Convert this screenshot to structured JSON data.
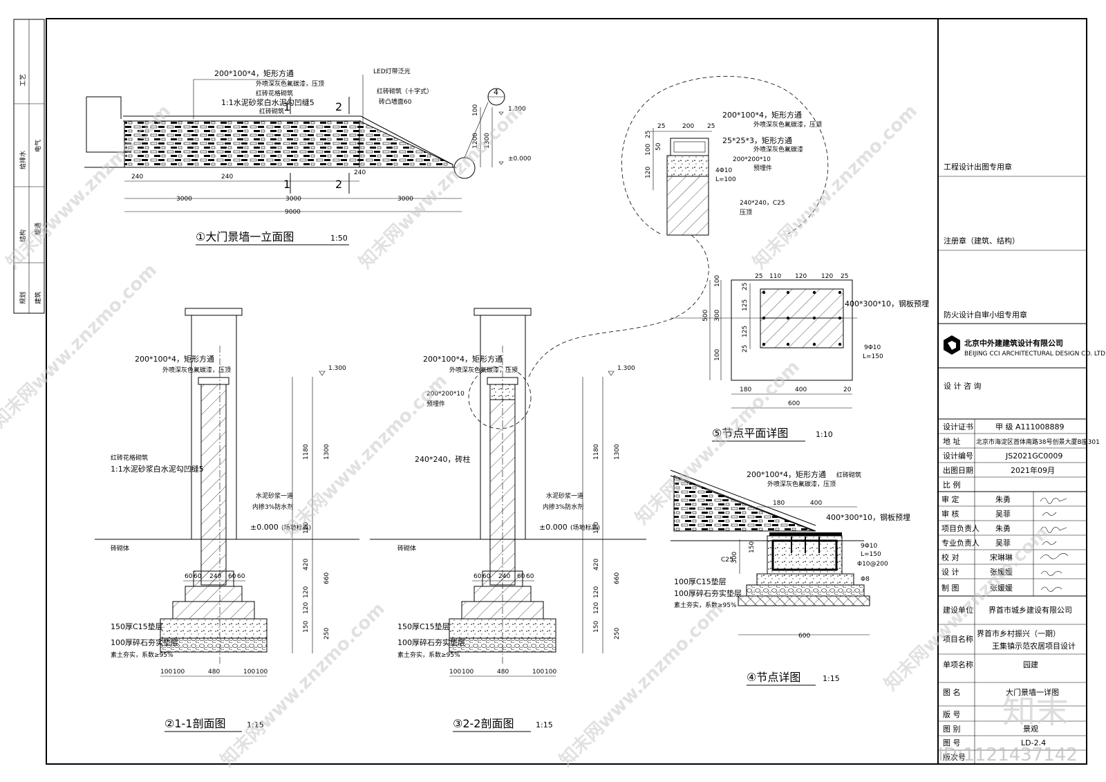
{
  "side_strip": {
    "labels": [
      "工艺",
      "给排水",
      "电气",
      "结构",
      "暖通",
      "规划",
      "建筑"
    ]
  },
  "drawings": {
    "elevation": {
      "title": "①大门景墙一立面图",
      "scale": "1:50",
      "notes": [
        "200*100*4，矩形方通",
        "外喷深灰色氟碳漆，压顶",
        "红砖花格砌筑",
        "1:1水泥砂浆白水泥勾凹缝5",
        "红砖砌筑",
        "LED灯带泛光",
        "红砖砌筑（十字式）",
        "砖凸墙面60"
      ],
      "section_marks": [
        "1",
        "2",
        "1",
        "2"
      ],
      "detail_ref": "4",
      "dims_h": [
        "240",
        "240",
        "240",
        "3000",
        "3000",
        "3000",
        "9000"
      ],
      "dims_v": [
        "100",
        "1200",
        "1300"
      ],
      "levels": [
        "1.300",
        "±0.000"
      ]
    },
    "section1": {
      "title": "②1-1剖面图",
      "scale": "1:15",
      "notes": [
        "200*100*4，矩形方通",
        "外喷深灰色氟碳漆，压顶",
        "红砖花格砌筑",
        "1:1水泥砂浆白水泥勾凹缝5",
        "水泥砂浆一道",
        "内掺3%防水剂",
        "砖砌体",
        "150厚C15垫层",
        "100厚碎石夯实垫层",
        "素土夯实，系数≥95%"
      ],
      "level_top": "1.300",
      "level_zero": "±0.000",
      "level_zero_note": "(场地标高)",
      "dims_v": [
        "1180",
        "1300",
        "120",
        "420",
        "660",
        "120",
        "120",
        "150",
        "250"
      ],
      "dims_base": [
        "60",
        "60",
        "240",
        "60",
        "60"
      ],
      "dims_bottom": [
        "100",
        "100",
        "480",
        "100",
        "100"
      ]
    },
    "section2": {
      "title": "③2-2剖面图",
      "scale": "1:15",
      "notes": [
        "200*100*4，矩形方通",
        "外喷深灰色氟碳漆，压顶",
        "200*200*10",
        "预埋件",
        "240*240，砖柱",
        "水泥砂浆一道",
        "内掺3%防水剂",
        "砖砌体",
        "150厚C15垫层",
        "100厚碎石夯实垫层",
        "素土夯实，系数≥95%"
      ],
      "level_top": "1.300",
      "level_zero": "±0.000",
      "level_zero_note": "(场地标高)",
      "dims_v": [
        "1180",
        "1300",
        "120",
        "420",
        "660",
        "120",
        "120",
        "150",
        "250"
      ],
      "dims_base": [
        "60",
        "60",
        "240",
        "60",
        "60"
      ],
      "dims_bottom": [
        "100",
        "100",
        "480",
        "100",
        "100"
      ]
    },
    "detail_top": {
      "notes": [
        "200*100*4，矩形方通",
        "外喷深灰色氟碳漆，压顶",
        "25*25*3，矩形方通",
        "外喷深灰色氟碳漆",
        "200*200*10",
        "预埋件",
        "4Φ10",
        "L=100",
        "240*240，C25",
        "压顶"
      ],
      "dims": [
        "25",
        "200",
        "25",
        "25",
        "50",
        "100",
        "120"
      ]
    },
    "plan_detail": {
      "title": "⑤节点平面详图",
      "scale": "1:10",
      "notes": [
        "400*300*10，钢板预埋",
        "9Φ10",
        "L=150"
      ],
      "dims_top": [
        "25",
        "110",
        "120",
        "120",
        "25"
      ],
      "dims_left": [
        "25",
        "125",
        "125",
        "25"
      ],
      "dims_side": [
        "100",
        "300",
        "100",
        "500"
      ],
      "dims_bottom": [
        "180",
        "400",
        "20",
        "600"
      ]
    },
    "node_detail": {
      "title": "④节点详图",
      "scale": "1:15",
      "notes": [
        "200*100*4，矩形方通",
        "外喷深灰色氟碳漆，压顶",
        "红砖砌筑",
        "400*300*10，钢板预埋",
        "9Φ10",
        "L=150",
        "C25",
        "Φ10@200",
        "Φ8",
        "100厚C15垫层",
        "100厚碎石夯实垫层",
        "素土夯实，系数≥95%"
      ],
      "dims": [
        "180",
        "400",
        "150",
        "300",
        "600"
      ]
    }
  },
  "title_block": {
    "stamp_labels": [
      "工程设计出图专用章",
      "注册章（建筑、结构）",
      "防火设计自审小组专用章"
    ],
    "company_cn": "北京中外建建筑设计有限公司",
    "company_en": "BEIJING CCI ARCHITECTURAL DESIGN CO. LTD.",
    "consult": "设 计 咨 询",
    "rows": [
      {
        "label": "设计证书",
        "value": "甲 级 A111008889"
      },
      {
        "label": "地    址",
        "value": "北京市海淀区首体南路38号创景大厦B座301"
      },
      {
        "label": "设计编号",
        "value": "JS2021GC0009"
      },
      {
        "label": "出图日期",
        "value": "2021年09月"
      },
      {
        "label": "比    例",
        "value": ""
      }
    ],
    "staff": [
      {
        "role": "审    定",
        "name": "朱勇"
      },
      {
        "role": "审    核",
        "name": "吴菲"
      },
      {
        "role": "项目负责人",
        "name": "朱勇"
      },
      {
        "role": "专业负责人",
        "name": "吴菲"
      },
      {
        "role": "校    对",
        "name": "宋琳琳"
      },
      {
        "role": "设    计",
        "name": "张媛媛"
      },
      {
        "role": "制    图",
        "name": "张媛媛"
      }
    ],
    "build_unit_label": "建设单位",
    "build_unit": "界首市城乡建设有限公司",
    "project_label": "项目名称",
    "project_line1": "界首市乡村振兴（一期）",
    "project_line2": "王集镇示范农居项目设计",
    "item_label": "单项名称",
    "item": "园建",
    "fig_label": "图    名",
    "fig_name": "大门景墙一详图",
    "ver_label": "版    号",
    "cat_label": "图    别",
    "cat_value": "景观",
    "no_label": "图    号",
    "no_value": "LD-2.4",
    "sheet_label": "版次号"
  },
  "watermark": {
    "text": "知末网www.znzmo.com",
    "brand": "知末",
    "id": "ID:1121437142"
  }
}
